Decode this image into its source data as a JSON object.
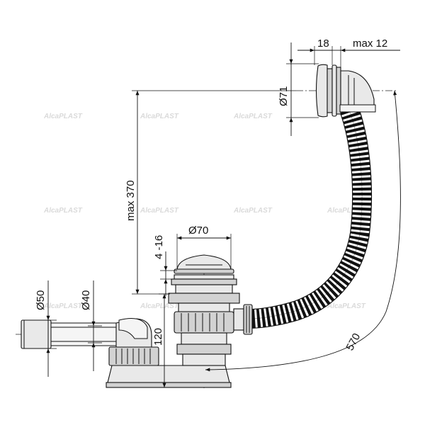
{
  "dimensions": {
    "flange_width": "18",
    "flange_gap": "max 12",
    "overflow_diameter": "Ø71",
    "height_max": "max 370",
    "plug_travel": "4 -16",
    "plug_diameter": "Ø70",
    "outlet_outer_diameter": "Ø50",
    "outlet_inner_diameter": "Ø40",
    "trap_height": "120",
    "hose_length": "570"
  },
  "watermark": {
    "brand": "AlcaPLAST"
  }
}
